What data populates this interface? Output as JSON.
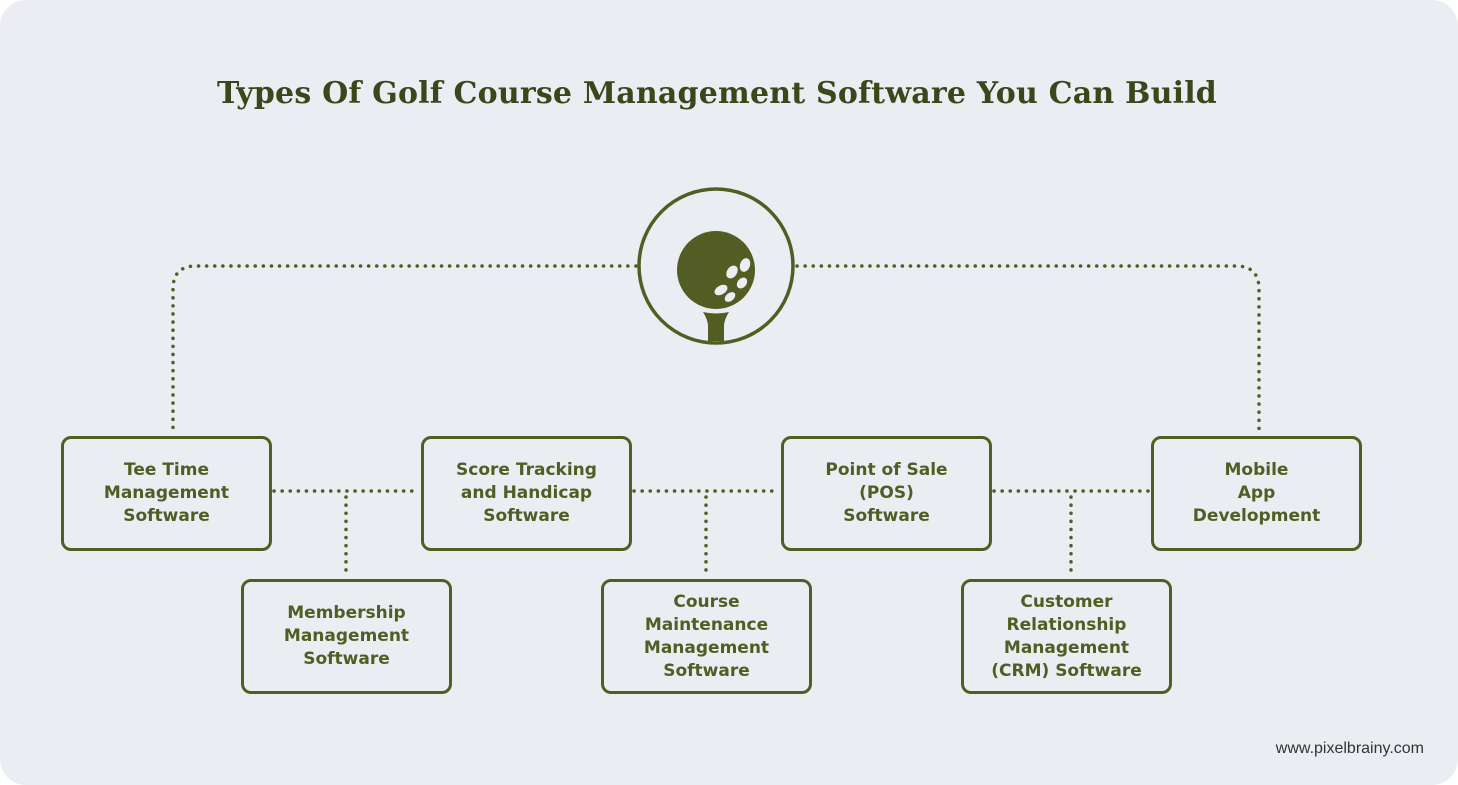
{
  "title": "Types Of Golf Course Management Software You Can Build",
  "center_icon": "golf-ball-on-tee-icon",
  "colors": {
    "accent": "#535d23",
    "background": "#eaedf2"
  },
  "top_row": [
    {
      "label": "Tee Time\nManagement\nSoftware"
    },
    {
      "label": "Score Tracking\nand Handicap\nSoftware"
    },
    {
      "label": "Point of Sale\n(POS)\nSoftware"
    },
    {
      "label": "Mobile\nApp\nDevelopment"
    }
  ],
  "bottom_row": [
    {
      "label": "Membership\nManagement\nSoftware"
    },
    {
      "label": "Course\nMaintenance\nManagement\nSoftware"
    },
    {
      "label": "Customer\nRelationship\nManagement\n(CRM) Software"
    }
  ],
  "footer": "www.pixelbrainy.com"
}
